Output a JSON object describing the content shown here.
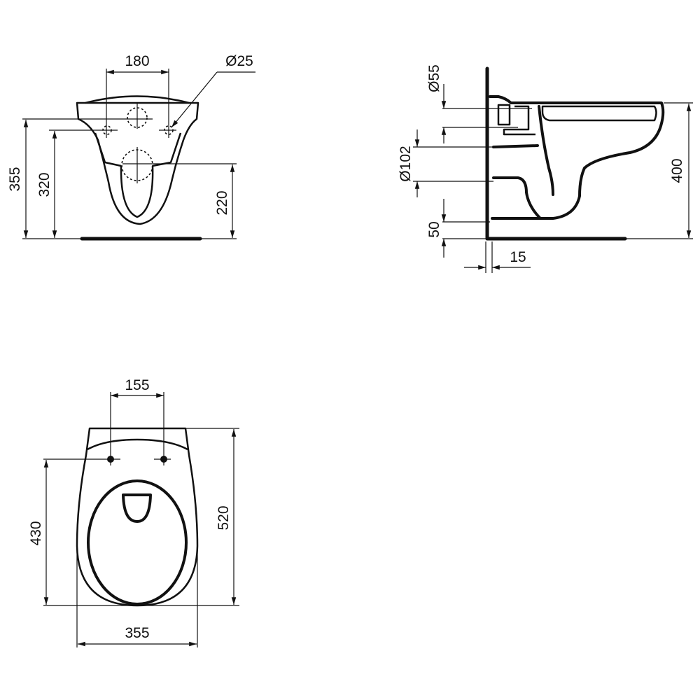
{
  "drawing": {
    "views": [
      {
        "name": "front-view",
        "dimensions": {
          "top_width": "180",
          "hole_diameter": "Ø25",
          "total_height": "355",
          "fixing_height": "320",
          "outlet_height": "220"
        }
      },
      {
        "name": "side-view",
        "dimensions": {
          "inlet_diameter": "Ø55",
          "outlet_diameter": "Ø102",
          "bottom_offset": "50",
          "wall_gap": "15",
          "rim_height": "400"
        }
      },
      {
        "name": "top-view",
        "dimensions": {
          "seat_fixing_spacing": "155",
          "fixing_to_front": "430",
          "total_depth": "520",
          "width": "355"
        }
      }
    ]
  }
}
